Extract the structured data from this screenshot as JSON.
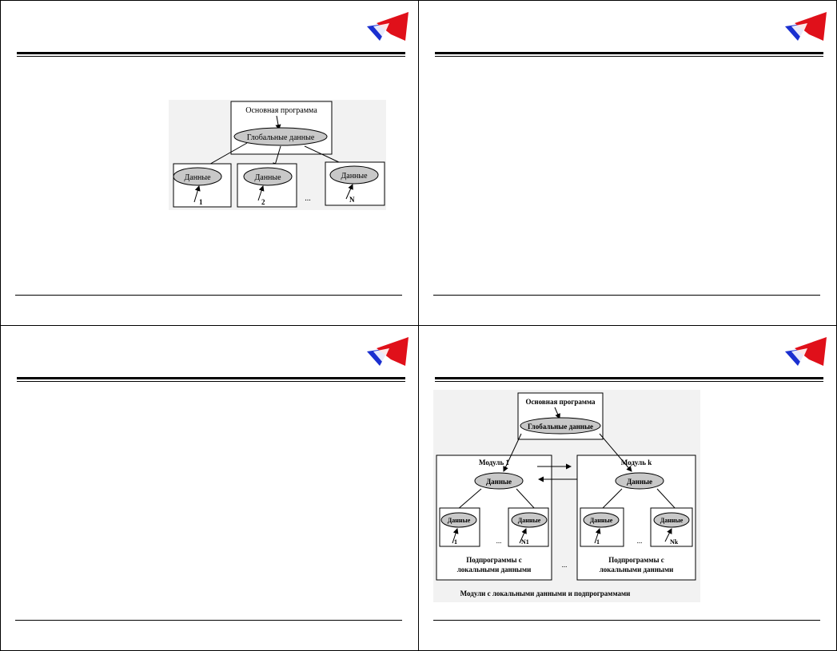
{
  "diagram_top": {
    "main_program": "Основная программа",
    "global_data": "Глобальные данные",
    "data_label": "Данные",
    "subs": [
      "1",
      "2",
      "N"
    ],
    "ellipsis": "..."
  },
  "diagram_bottom": {
    "main_program": "Основная программа",
    "global_data": "Глобальные данные",
    "module_1": "Модуль 1",
    "module_k": "Модуль k",
    "data_label": "Данные",
    "sub_left": [
      "1",
      "N1"
    ],
    "sub_right": [
      "1",
      "Nk"
    ],
    "ellipsis": "...",
    "subprograms_line1": "Подпрограммы с",
    "subprograms_line2": "локальными данными",
    "caption": "Модули с локальными данными и подпрограммами"
  },
  "colors": {
    "ellipse_fill": "#c8c8c8",
    "diagram_bg": "#f2f2f2",
    "logo_blue": "#1a2fd0",
    "logo_red": "#e0101a"
  }
}
